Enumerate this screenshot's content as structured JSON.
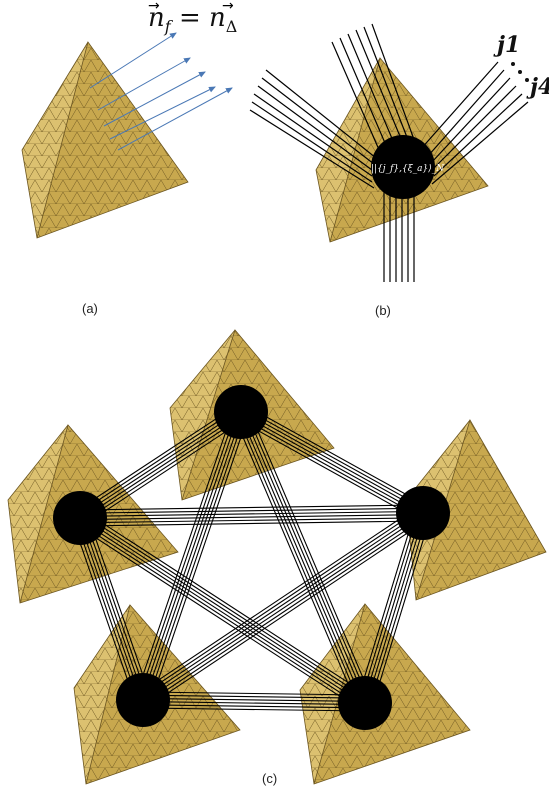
{
  "panels": [
    {
      "id": "a",
      "caption": "(a)"
    },
    {
      "id": "b",
      "caption": "(b)"
    },
    {
      "id": "c",
      "caption": "(c)"
    }
  ],
  "equation": "n⃗_f = n⃗_Δ",
  "equation_parts": {
    "lhs": "n",
    "lhs_sub": "f",
    "eq": "=",
    "rhs": "n",
    "rhs_sub": "Δ"
  },
  "spin_labels": {
    "first": "j1",
    "last": "j4",
    "dots": "⋰"
  },
  "node_label": "||{j_f},{ξ_a}⟩_N",
  "colors": {
    "face": "#c8a84e",
    "face_light": "#dcc170",
    "face_dark": "#a9893a",
    "mesh": "#6b5520",
    "arrow": "#4a78b5",
    "line": "#000000",
    "node": "#000000"
  }
}
